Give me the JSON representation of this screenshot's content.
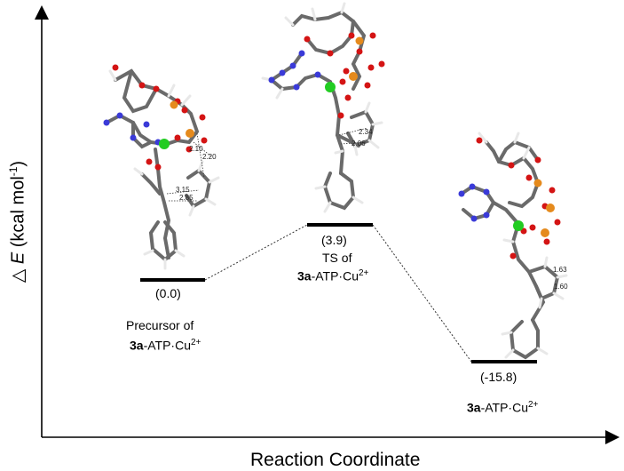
{
  "axes": {
    "x_label": "Reaction Coordinate",
    "y_label_symbol": "△",
    "y_label_var": "E",
    "y_label_unit": "(kcal mol",
    "y_label_exp": "-1",
    "y_label_close": ")"
  },
  "states": [
    {
      "energy": "(0.0)",
      "line1": "Precursor of",
      "bold": "3a",
      "rest": "-ATP·Cu",
      "sup": "2+"
    },
    {
      "energy": "(3.9)",
      "line1": "TS of",
      "bold": "3a",
      "rest": "-ATP·Cu",
      "sup": "2+"
    },
    {
      "energy": "(-15.8)",
      "line1": "",
      "bold": "3a",
      "rest": "-ATP·Cu",
      "sup": "2+"
    }
  ],
  "distances": {
    "precursor": [
      "2.10",
      "2.20",
      "3.15",
      "2.85"
    ],
    "ts": [
      "2.34",
      "2.06"
    ],
    "product": [
      "1.63",
      "1.60"
    ]
  },
  "colors": {
    "carbon": "#4a4a4a",
    "hydrogen": "#e8e8e8",
    "oxygen": "#d41414",
    "nitrogen": "#3a3ad8",
    "phosphorus": "#e58a1c",
    "copper": "#22cc22"
  }
}
